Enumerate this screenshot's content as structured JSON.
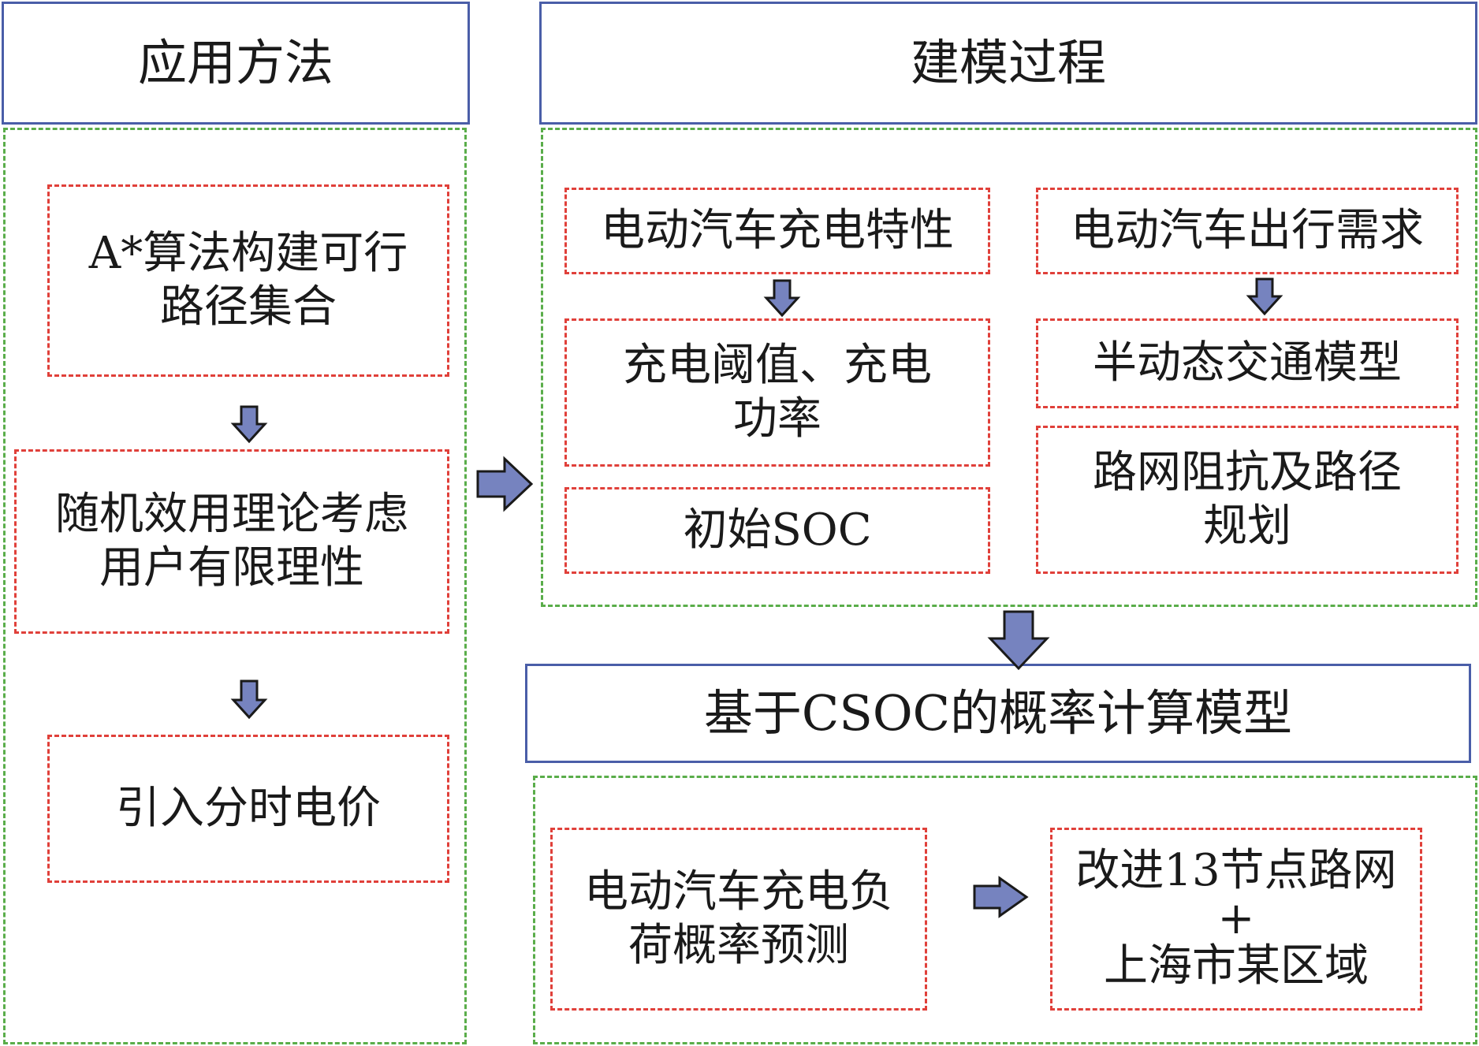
{
  "colors": {
    "header_border": "#4a5ea8",
    "group_border": "#5aad4a",
    "node_border": "#e0403a",
    "arrow_fill": "#7683bf",
    "arrow_stroke": "#1a1a1a"
  },
  "left_column": {
    "header": "应用方法",
    "steps": [
      "A*算法构建可行\n路径集合",
      "随机效用理论考虑\n用户有限理性",
      "引入分时电价"
    ]
  },
  "right_column": {
    "header": "建模过程",
    "branch_a": {
      "top": "电动汽车充电特性",
      "mid": "充电阈值、充电\n功率",
      "bottom": "初始SOC"
    },
    "branch_b": {
      "top": "电动汽车出行需求",
      "mid": "半动态交通模型",
      "bottom": "路网阻抗及路径\n规划"
    },
    "model_box": "基于CSOC的概率计算模型",
    "results": {
      "prediction": "电动汽车充电负\n荷概率预测",
      "case": "改进13节点路网\n+\n上海市某区域"
    }
  }
}
